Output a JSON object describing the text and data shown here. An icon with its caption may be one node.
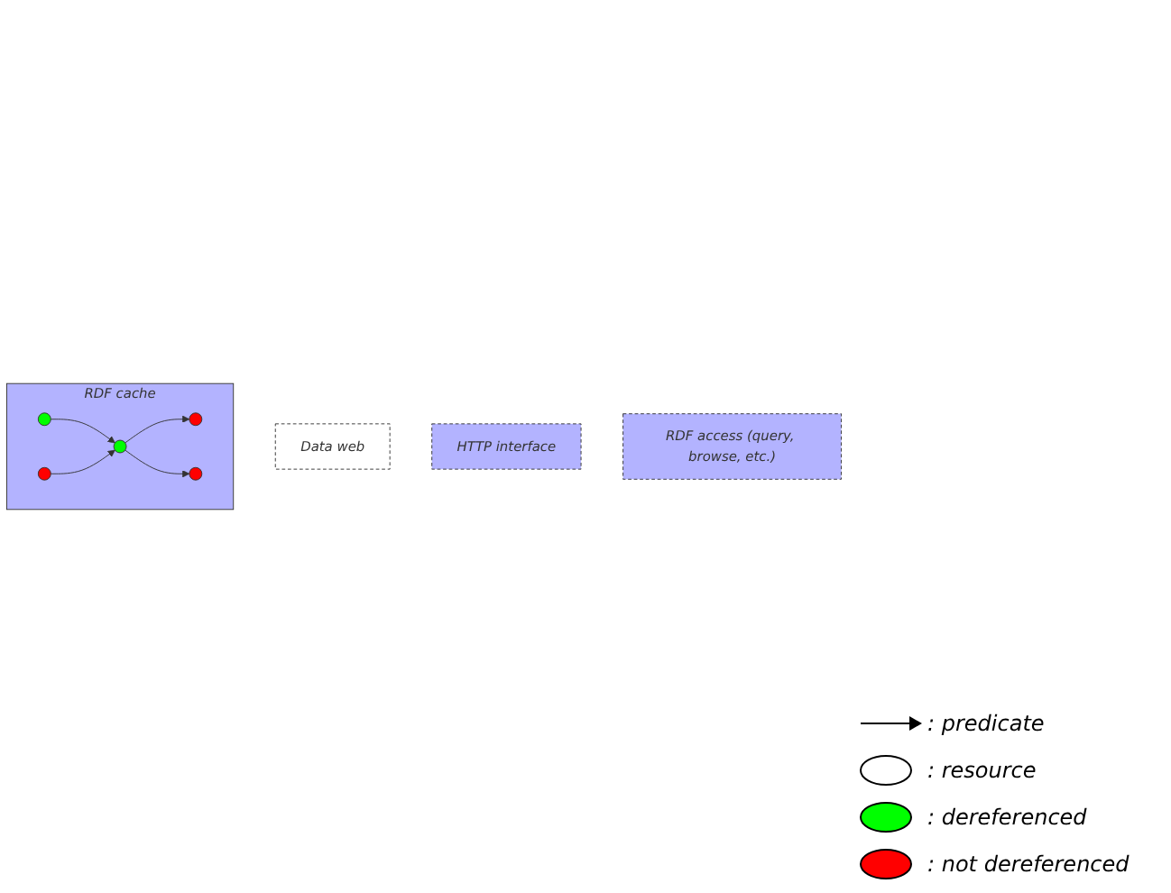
{
  "diagram": {
    "nodes": [
      {
        "text": [
          "Data web"
        ]
      },
      {
        "text": [
          "HTTP interface"
        ]
      },
      {
        "text": [
          "RDF access (query, browse, etc.)"
        ]
      },
      {
        "text": [
          "RDF cache"
        ]
      },
      {
        "text": [],
        "shape": "circle",
        "in": 3
      },
      {
        "text": [],
        "shape": "circle",
        "in": 3
      },
      {
        "text": [],
        "shape": "circle",
        "in": 3
      },
      {
        "text": [],
        "shape": "circle",
        "in": 3
      },
      {
        "text": [],
        "shape": "circle",
        "in": 3
      }
    ],
    "edges": [
      {
        "from": 6,
        "to": 4,
        "arrow": "to"
      },
      {
        "from": 5,
        "to": 6,
        "arrow": "to"
      },
      {
        "from": 6,
        "to": 7,
        "arrow": "to"
      },
      {
        "from": 8,
        "to": 6,
        "arrow": "to"
      }
    ],
    "legend": [
      {
        "text": ": predicate"
      },
      {
        "text": ": resource"
      },
      {
        "text": ": dereferenced",
        "color": "#00ff00"
      },
      {
        "text": ": not dereferenced",
        "color": "#ff0000"
      }
    ]
  }
}
